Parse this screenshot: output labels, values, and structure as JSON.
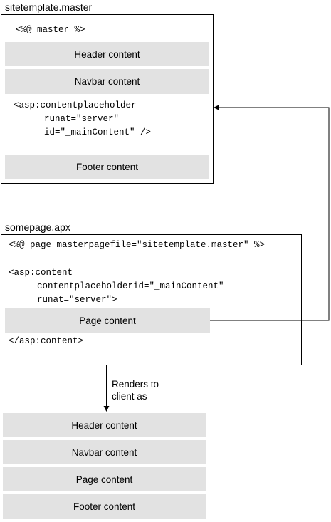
{
  "master": {
    "title": "sitetemplate.master",
    "directive": "<%@ master %>",
    "header": "Header content",
    "navbar": "Navbar content",
    "placeholder_lines": [
      "<asp:contentplaceholder",
      "runat=\"server\"",
      "id=\"_mainContent\" />"
    ],
    "footer": "Footer content"
  },
  "page": {
    "title": "somepage.apx",
    "directive": "<%@ page masterpagefile=\"sitetemplate.master\" %>",
    "content_lines": [
      "<asp:content",
      "contentplaceholderid=\"_mainContent\"",
      "runat=\"server\">"
    ],
    "page_content": "Page content",
    "closing": "</asp:content>"
  },
  "render_label": [
    "Renders to",
    "client as"
  ],
  "output": {
    "header": "Header content",
    "navbar": "Navbar content",
    "page": "Page content",
    "footer": "Footer content"
  }
}
